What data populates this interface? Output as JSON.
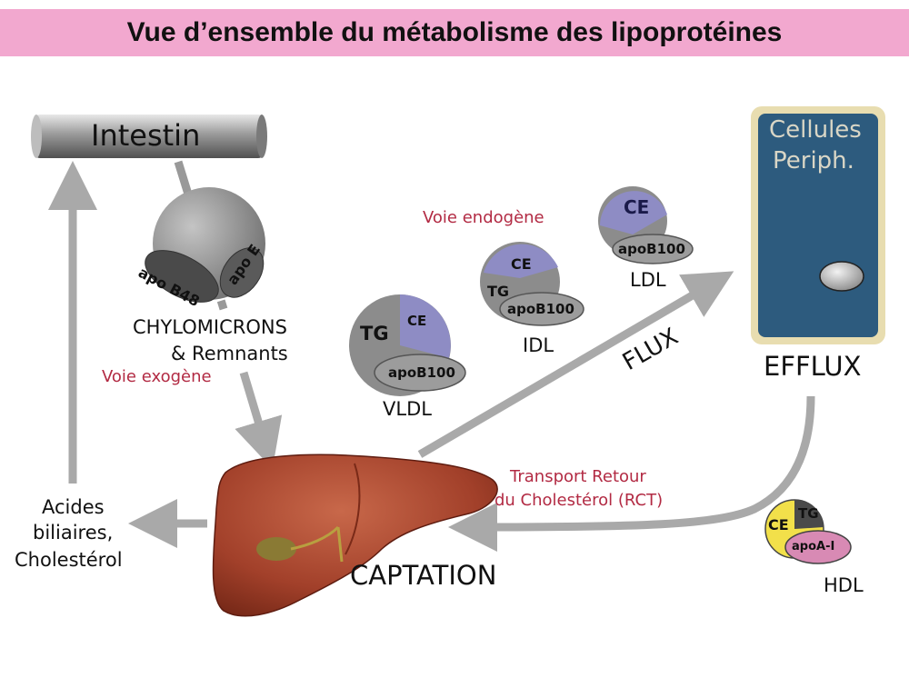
{
  "title": "Vue d’ensemble du métabolisme des lipoprotéines",
  "intestin": {
    "label": "Intestin"
  },
  "cellules": {
    "label_line1": "Cellules",
    "label_line2": "Periph."
  },
  "chylomicron": {
    "apo1": "apo B48",
    "apo2": "apo E",
    "name_line1": "CHYLOMICRONS",
    "name_line2": "& Remnants"
  },
  "voie_exogene": "Voie exogène",
  "voie_endogene": "Voie endogène",
  "vldl": {
    "tg": "TG",
    "ce": "CE",
    "apo": "apoB100",
    "name": "VLDL"
  },
  "idl": {
    "tg": "TG",
    "ce": "CE",
    "apo": "apoB100",
    "name": "IDL"
  },
  "ldl": {
    "ce": "CE",
    "apo": "apoB100",
    "name": "LDL"
  },
  "hdl": {
    "ce": "CE",
    "tg": "TG",
    "apo": "apoA-I",
    "name": "HDL"
  },
  "flux": "FLUX",
  "efflux": "EFFLUX",
  "captation": "CAPTATION",
  "rct": {
    "line1": "Transport Retour",
    "line2": "du Cholestérol (RCT)"
  },
  "acides": {
    "line1": "Acides",
    "line2": "biliaires,",
    "line3": "Cholestérol"
  },
  "colors": {
    "banner": "#f2a8cf",
    "gray_sphere": "#8c8c8c",
    "ce_purple": "#8e8cc4",
    "cell_blue": "#2d5b7e",
    "cell_border": "#e8ddb0",
    "liver": "#a8442c",
    "hdl_yellow": "#f2e04a",
    "hdl_pink": "#d88ab4",
    "accent_red": "#b22a43"
  }
}
